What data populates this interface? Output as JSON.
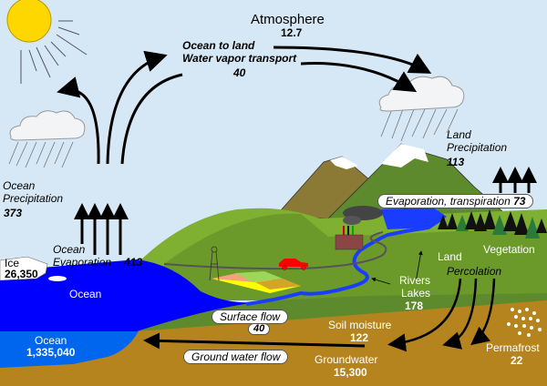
{
  "diagram": {
    "title": "Water cycle",
    "colors": {
      "sky": "#d6e8f5",
      "sun": "#ffd700",
      "ocean": "#0000ff",
      "deep_ocean": "#0066ee",
      "land_green": "#6b9a2a",
      "light_green": "#7fb032",
      "dark_green": "#4f7d26",
      "soil": "#b5841f",
      "mountain_brown": "#8b7a35",
      "snow": "#ffffff",
      "river": "#1a3cff",
      "car": "#ff0000",
      "factory": "#8b4545",
      "smoke": "#444444"
    },
    "labels": {
      "atmosphere": {
        "name": "Atmosphere",
        "value": "12.7"
      },
      "ocean_to_land": {
        "line1": "Ocean to land",
        "line2": "Water vapor transport",
        "value": "40"
      },
      "ocean_precipitation": {
        "line1": "Ocean",
        "line2": "Precipitation",
        "value": "373"
      },
      "ocean_evaporation": {
        "line1": "Ocean",
        "line2": "Evaporation",
        "value": "413"
      },
      "land_precipitation": {
        "line1": "Land",
        "line2": "Precipitation",
        "value": "113"
      },
      "evapotranspiration": {
        "name": "Evaporation, transpiration",
        "value": "73"
      },
      "ice": {
        "name": "Ice",
        "value": "26,350"
      },
      "ocean_surface": {
        "name": "Ocean"
      },
      "ocean_storage": {
        "name": "Ocean",
        "value": "1,335,040"
      },
      "vegetation": {
        "name": "Vegetation"
      },
      "land_percolation": {
        "line1": "Land",
        "line2": "Percolation"
      },
      "rivers_lakes": {
        "line1": "Rivers",
        "line2": "Lakes",
        "value": "178"
      },
      "surface_flow": {
        "name": "Surface flow",
        "value": "40"
      },
      "soil_moisture": {
        "name": "Soil moisture",
        "value": "122"
      },
      "ground_water_flow": {
        "name": "Ground water flow"
      },
      "groundwater": {
        "name": "Groundwater",
        "value": "15,300"
      },
      "permafrost": {
        "name": "Permafrost",
        "value": "22"
      }
    }
  }
}
